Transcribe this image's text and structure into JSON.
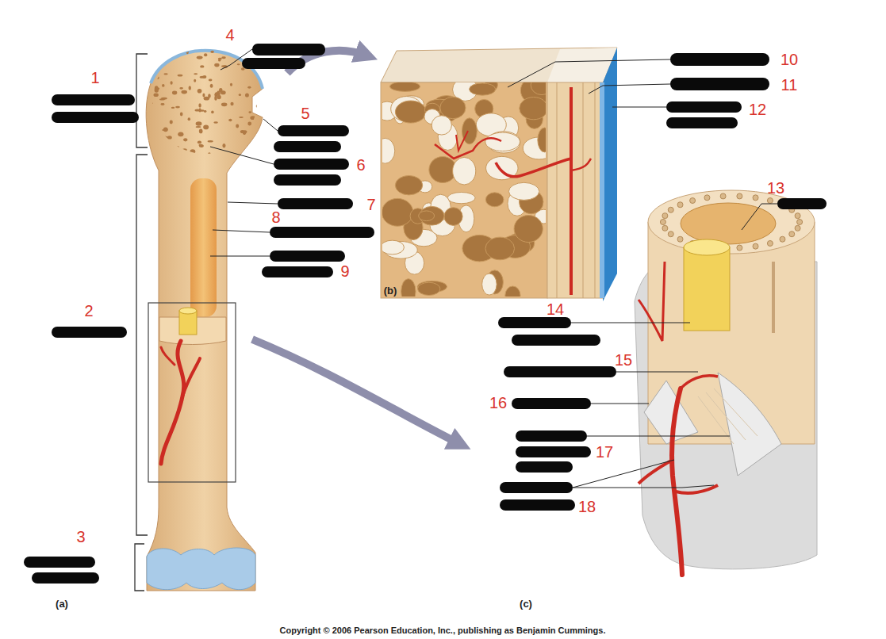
{
  "diagram": {
    "labels": [
      "1",
      "2",
      "3",
      "4",
      "5",
      "6",
      "7",
      "8",
      "9",
      "10",
      "11",
      "12",
      "13",
      "14",
      "15",
      "16",
      "17",
      "18",
      "(a)",
      "(b)",
      "(c)",
      "Copyright © 2006 Pearson Education, Inc., publishing as Benjamin Cummings."
    ]
  }
}
